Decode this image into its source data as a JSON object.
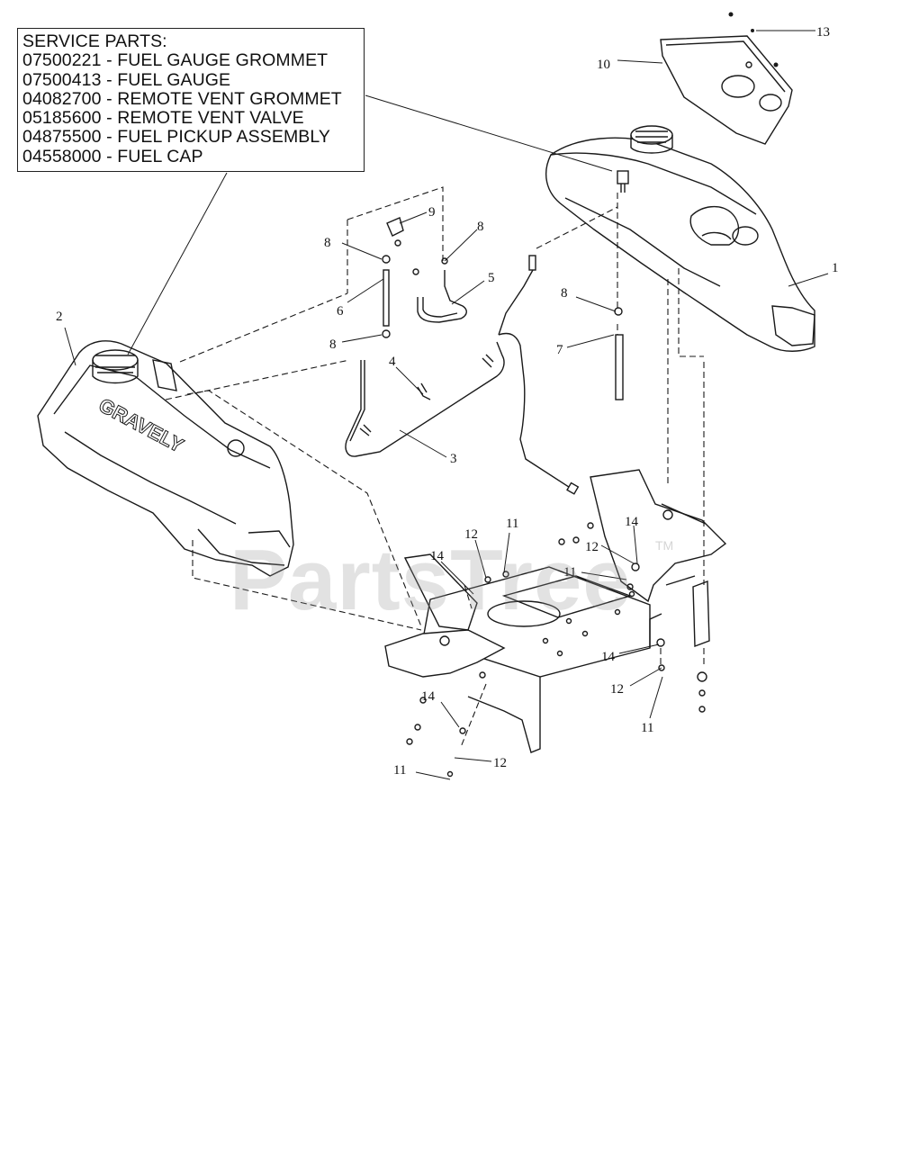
{
  "service_parts": {
    "heading": "SERVICE PARTS:",
    "lines": [
      "07500221 - FUEL GAUGE GROMMET",
      "07500413 - FUEL GAUGE",
      "04082700 - REMOTE VENT GROMMET",
      "05185600 - REMOTE VENT VALVE",
      "04875500 - FUEL PICKUP ASSEMBLY",
      "04558000 - FUEL CAP"
    ]
  },
  "brand_text": "GRAVELY",
  "watermark": "PartsTree",
  "trademark": "TM",
  "callouts": {
    "c1": "1",
    "c2": "2",
    "c3": "3",
    "c4": "4",
    "c5": "5",
    "c6": "6",
    "c7": "7",
    "c8a": "8",
    "c8b": "8",
    "c8c": "8",
    "c8d": "8",
    "c9": "9",
    "c10": "10",
    "c11a": "11",
    "c11b": "11",
    "c11c": "11",
    "c11d": "11",
    "c12a": "12",
    "c12b": "12",
    "c12c": "12",
    "c12d": "12",
    "c13": "13",
    "c14a": "14",
    "c14b": "14",
    "c14c": "14",
    "c14d": "14"
  }
}
